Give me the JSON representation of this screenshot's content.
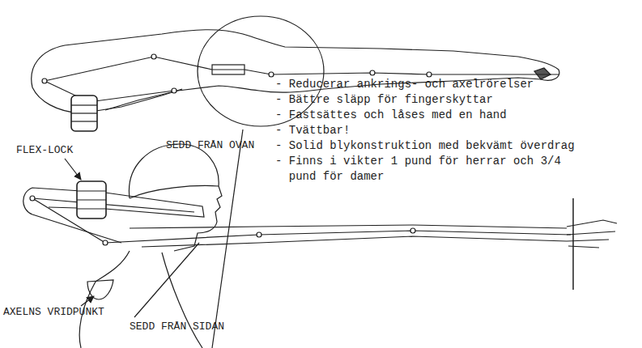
{
  "diagram": {
    "labels": [
      "SEDD FRÅN OVAN",
      "- Reducerar ankrings- och axelrörelser",
      "- Bättre släpp för fingerskyttar",
      "- Fastsättes och låses med en hand",
      "- Tvättbar!",
      "- Solid blykonstruktion med bekvämt överdrag",
      "- Finns i vikter 1 pund för herrar och 3/4 pund för damer",
      "FLEX-LOCK",
      "AXELNS VRIDPUNKT",
      "SEDD FRÅN SIDAN"
    ]
  }
}
